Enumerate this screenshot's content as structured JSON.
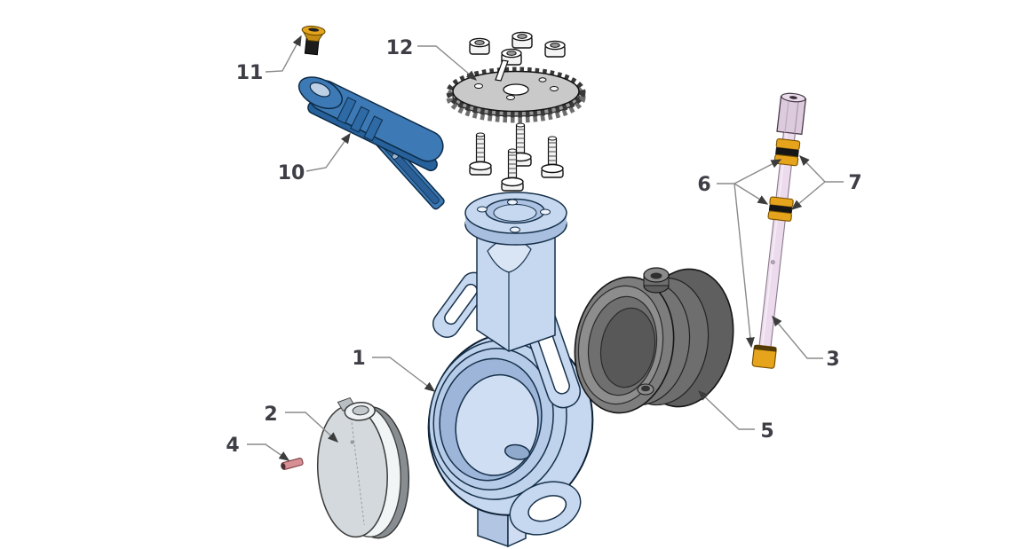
{
  "callouts": [
    {
      "text": "1"
    },
    {
      "text": "2"
    },
    {
      "text": "3"
    },
    {
      "text": "4"
    },
    {
      "text": "5"
    },
    {
      "text": "6"
    },
    {
      "text": "7"
    },
    {
      "text": "10"
    },
    {
      "text": "11"
    },
    {
      "text": "12"
    }
  ],
  "colors": {
    "background": "#ffffff",
    "body": "#c6d8f0",
    "body_shade": "#a9bfe0",
    "body_light": "#d9e5f5",
    "handle": "#3d7ab5",
    "handle_shade": "#26619b",
    "seat": "#7d7d7d",
    "seat_dark": "#5f5f5f",
    "stem": "#ecdaed",
    "stem_hex": "#dccbdd",
    "gold": "#e6a41c",
    "oring": "#161616",
    "pin": "#d88f93",
    "disc": "#d3d9dd",
    "disc_rim": "#f2f5f6",
    "plate": "#c9c9c9",
    "hardware": "#f4f4f4",
    "outline": "#111111",
    "label_text": "#3e3e46",
    "leader": "#8a8a8a"
  }
}
